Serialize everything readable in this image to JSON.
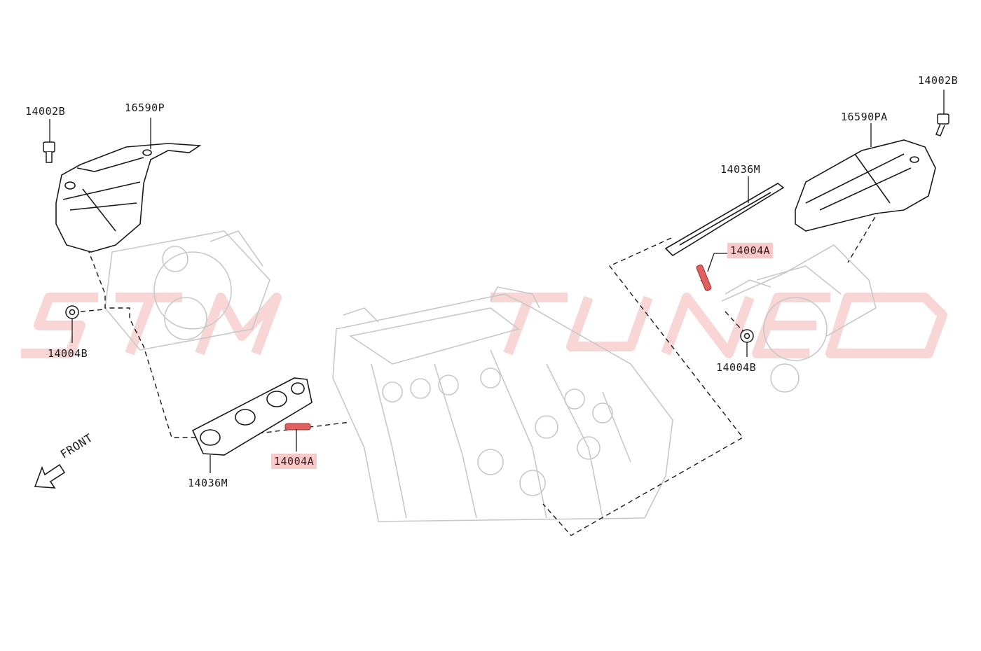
{
  "diagram": {
    "watermark_text": "STMTUNED",
    "labels": {
      "left_bolt": "14002B",
      "left_heat_shield": "16590P",
      "left_nut": "14004B",
      "left_gasket": "14036M",
      "left_stud": "14004A",
      "right_bolt": "14002B",
      "right_heat_shield": "16590PA",
      "right_gasket": "14036M",
      "right_stud": "14004A",
      "right_nut": "14004B"
    },
    "front_label": "FRONT",
    "highlight_color": "#f7c9c8",
    "stud_color": "#e06060",
    "line_color": "#1a1a1a",
    "faded_line_color": "#c8c8c8",
    "watermark_color": "#f3b5b5"
  }
}
